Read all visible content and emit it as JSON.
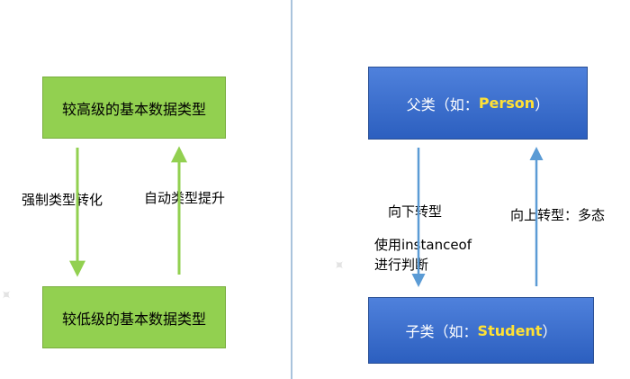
{
  "left": {
    "top_box": "较高级的基本数据类型",
    "bottom_box": "较低级的基本数据类型",
    "down_label": "强制类型转化",
    "up_label": "自动类型提升"
  },
  "right": {
    "top_box": {
      "prefix": "父类（如：",
      "name": "Person",
      "suffix": "）"
    },
    "bottom_box": {
      "prefix": "子类（如：",
      "name": "Student",
      "suffix": "）"
    },
    "down_label": "向下转型",
    "instanceof_line1": "使用instanceof",
    "instanceof_line2": "进行判断",
    "up_label": "向上转型：多态"
  },
  "colors": {
    "green_box": "#92d050",
    "green_arrow": "#92d050",
    "blue_box": "#3a6fd0",
    "blue_arrow": "#5b9bd5",
    "class_name": "#ffe135",
    "divider": "#a9c3dc"
  }
}
